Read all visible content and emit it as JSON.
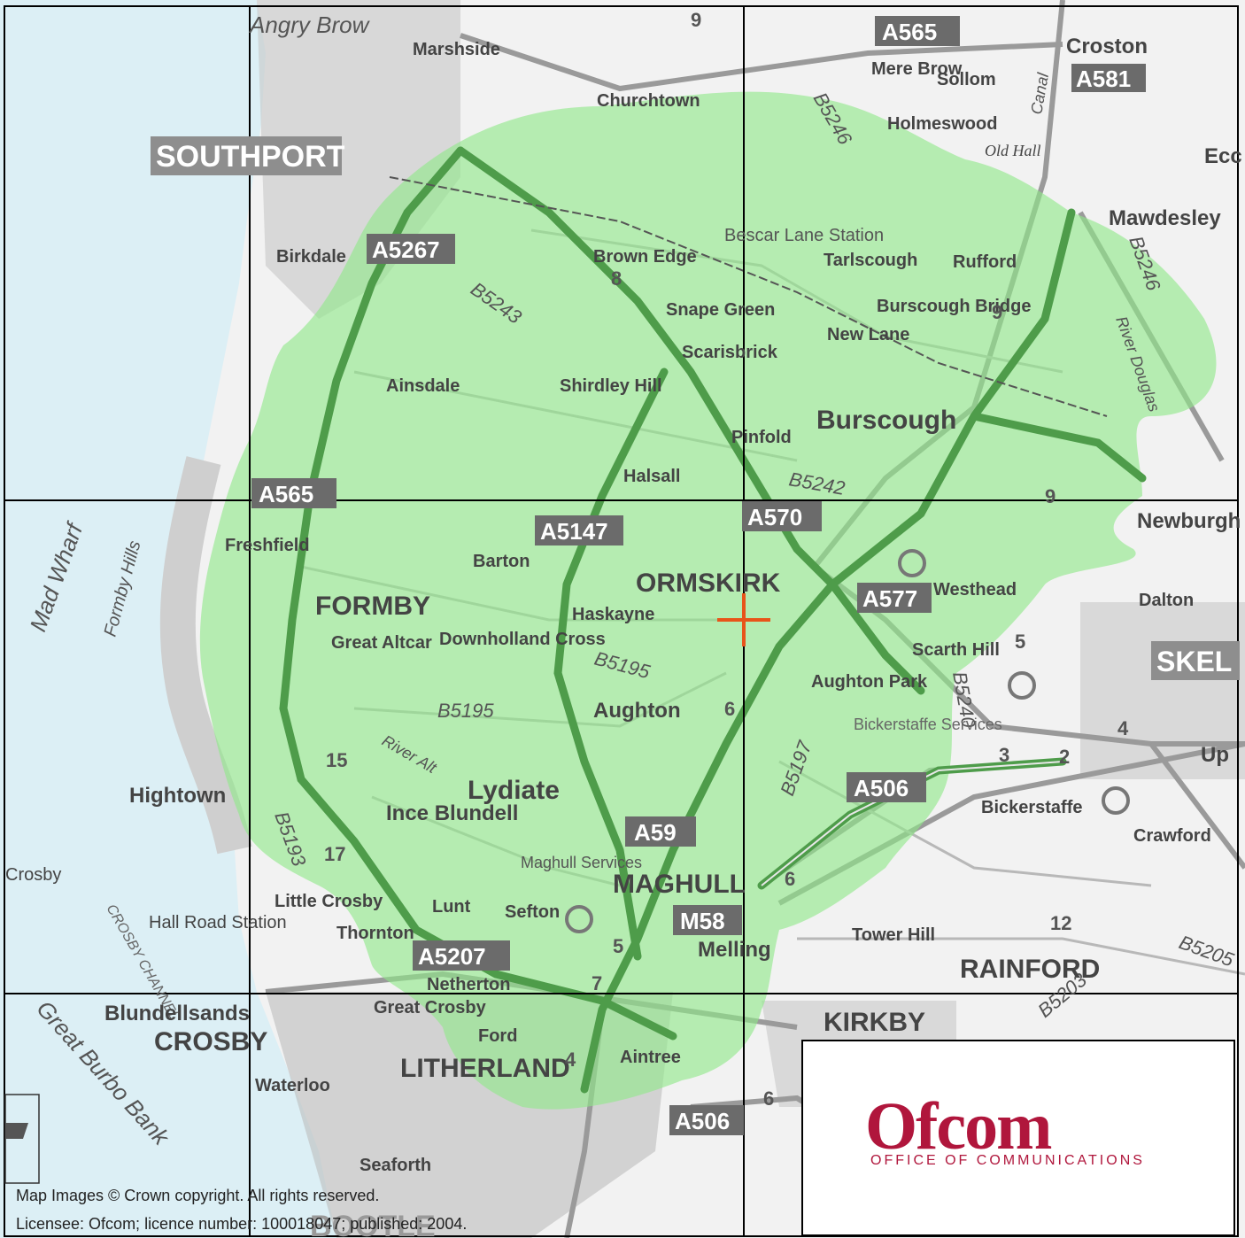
{
  "map": {
    "places": [
      {
        "id": "angry-brow",
        "label": "Angry Brow"
      },
      {
        "id": "marshside",
        "label": "Marshside"
      },
      {
        "id": "churchtown",
        "label": "Churchtown"
      },
      {
        "id": "southport",
        "label": "SOUTHPORT"
      },
      {
        "id": "mere-brow",
        "label": "Mere Brow"
      },
      {
        "id": "sollom",
        "label": "Sollom"
      },
      {
        "id": "croston",
        "label": "Croston"
      },
      {
        "id": "holmeswood",
        "label": "Holmeswood"
      },
      {
        "id": "old-hall",
        "label": "Old Hall"
      },
      {
        "id": "mawdesley",
        "label": "Mawdesley"
      },
      {
        "id": "birkdale",
        "label": "Birkdale"
      },
      {
        "id": "brown-edge",
        "label": "Brown Edge"
      },
      {
        "id": "bescar-lane",
        "label": "Bescar Lane Station"
      },
      {
        "id": "tarlscough",
        "label": "Tarlscough"
      },
      {
        "id": "rufford",
        "label": "Rufford"
      },
      {
        "id": "snape-green",
        "label": "Snape Green"
      },
      {
        "id": "burscough-bridge",
        "label": "Burscough Bridge"
      },
      {
        "id": "new-lane",
        "label": "New Lane"
      },
      {
        "id": "scarisbrick",
        "label": "Scarisbrick"
      },
      {
        "id": "ainsdale",
        "label": "Ainsdale"
      },
      {
        "id": "shirdley-hill",
        "label": "Shirdley Hill"
      },
      {
        "id": "burscough",
        "label": "Burscough"
      },
      {
        "id": "pinfold",
        "label": "Pinfold"
      },
      {
        "id": "halsall",
        "label": "Halsall"
      },
      {
        "id": "freshfield",
        "label": "Freshfield"
      },
      {
        "id": "barton",
        "label": "Barton"
      },
      {
        "id": "newburgh",
        "label": "Newburgh"
      },
      {
        "id": "ormskirk",
        "label": "ORMSKIRK"
      },
      {
        "id": "formby",
        "label": "FORMBY"
      },
      {
        "id": "haskayne",
        "label": "Haskayne"
      },
      {
        "id": "westhead",
        "label": "Westhead"
      },
      {
        "id": "dalton",
        "label": "Dalton"
      },
      {
        "id": "great-altcar",
        "label": "Great Altcar"
      },
      {
        "id": "downholland-cross",
        "label": "Downholland Cross"
      },
      {
        "id": "scarth-hill",
        "label": "Scarth Hill"
      },
      {
        "id": "aughton-park",
        "label": "Aughton Park"
      },
      {
        "id": "aughton",
        "label": "Aughton"
      },
      {
        "id": "bickerstaffe-services",
        "label": "Bickerstaffe Services"
      },
      {
        "id": "hightown",
        "label": "Hightown"
      },
      {
        "id": "lydiate",
        "label": "Lydiate"
      },
      {
        "id": "bickerstaffe",
        "label": "Bickerstaffe"
      },
      {
        "id": "ince-blundell",
        "label": "Ince Blundell"
      },
      {
        "id": "crawford",
        "label": "Crawford"
      },
      {
        "id": "crosby-small",
        "label": "Crosby"
      },
      {
        "id": "maghull-services",
        "label": "Maghull Services"
      },
      {
        "id": "maghull",
        "label": "MAGHULL"
      },
      {
        "id": "little-crosby",
        "label": "Little Crosby"
      },
      {
        "id": "lunt",
        "label": "Lunt"
      },
      {
        "id": "sefton",
        "label": "Sefton"
      },
      {
        "id": "thornton",
        "label": "Thornton"
      },
      {
        "id": "hall-road",
        "label": "Hall Road Station"
      },
      {
        "id": "tower-hill",
        "label": "Tower Hill"
      },
      {
        "id": "melling",
        "label": "Melling"
      },
      {
        "id": "rainford",
        "label": "RAINFORD"
      },
      {
        "id": "netherton",
        "label": "Netherton"
      },
      {
        "id": "blundellsands",
        "label": "Blundellsands"
      },
      {
        "id": "crosby",
        "label": "CROSBY"
      },
      {
        "id": "great-crosby",
        "label": "Great Crosby"
      },
      {
        "id": "kirkby",
        "label": "KIRKBY"
      },
      {
        "id": "ford",
        "label": "Ford"
      },
      {
        "id": "aintree",
        "label": "Aintree"
      },
      {
        "id": "litherland",
        "label": "LITHERLAND"
      },
      {
        "id": "waterloo",
        "label": "Waterloo"
      },
      {
        "id": "seaforth",
        "label": "Seaforth"
      },
      {
        "id": "skel",
        "label": "SKEL"
      },
      {
        "id": "up",
        "label": "Up"
      },
      {
        "id": "ecc",
        "label": "Ecc"
      },
      {
        "id": "bootle",
        "label": "BOOTLE"
      }
    ],
    "water_labels": [
      {
        "id": "mad-wharf",
        "label": "Mad Wharf"
      },
      {
        "id": "formby-hills",
        "label": "Formby Hills"
      },
      {
        "id": "great-burbo-bank",
        "label": "Great Burbo Bank"
      },
      {
        "id": "crosby-channel",
        "label": "CROSBY CHANNEL"
      },
      {
        "id": "river-alt",
        "label": "River Alt"
      },
      {
        "id": "river-douglas",
        "label": "River Douglas"
      },
      {
        "id": "canal",
        "label": "Canal"
      }
    ],
    "road_shields": [
      {
        "id": "a565-top",
        "label": "A565"
      },
      {
        "id": "a581",
        "label": "A581"
      },
      {
        "id": "a5267",
        "label": "A5267"
      },
      {
        "id": "a565-mid",
        "label": "A565"
      },
      {
        "id": "a5147",
        "label": "A5147"
      },
      {
        "id": "a570",
        "label": "A570"
      },
      {
        "id": "a577",
        "label": "A577"
      },
      {
        "id": "a506-east",
        "label": "A506"
      },
      {
        "id": "a59",
        "label": "A59"
      },
      {
        "id": "m58",
        "label": "M58"
      },
      {
        "id": "a5207",
        "label": "A5207"
      },
      {
        "id": "a506-south",
        "label": "A506"
      }
    ],
    "road_labels": [
      {
        "id": "b5246",
        "label": "B5246"
      },
      {
        "id": "b5243",
        "label": "B5243"
      },
      {
        "id": "b5242",
        "label": "B5242"
      },
      {
        "id": "b5195-a",
        "label": "B5195"
      },
      {
        "id": "b5195-b",
        "label": "B5195"
      },
      {
        "id": "b5240",
        "label": "B5240"
      },
      {
        "id": "b5197",
        "label": "B5197"
      },
      {
        "id": "b5193",
        "label": "B5193"
      },
      {
        "id": "b5205",
        "label": "B5205"
      },
      {
        "id": "b5203",
        "label": "B5203"
      },
      {
        "id": "b5246-east",
        "label": "B5246"
      }
    ],
    "junctions": [
      "9",
      "8",
      "9",
      "9",
      "5",
      "3",
      "2",
      "4",
      "6",
      "6",
      "15",
      "17",
      "12",
      "7",
      "4",
      "6",
      "5"
    ],
    "coverage_color": "#8fe889",
    "marker_color": "#e8541a"
  },
  "ofcom": {
    "logo": "Ofcom",
    "tagline": "OFFICE OF COMMUNICATIONS"
  },
  "copyright": {
    "line1": "Map Images © Crown copyright. All rights reserved.",
    "line2": "Licensee: Ofcom; licence number: 100018047; published: 2004."
  }
}
